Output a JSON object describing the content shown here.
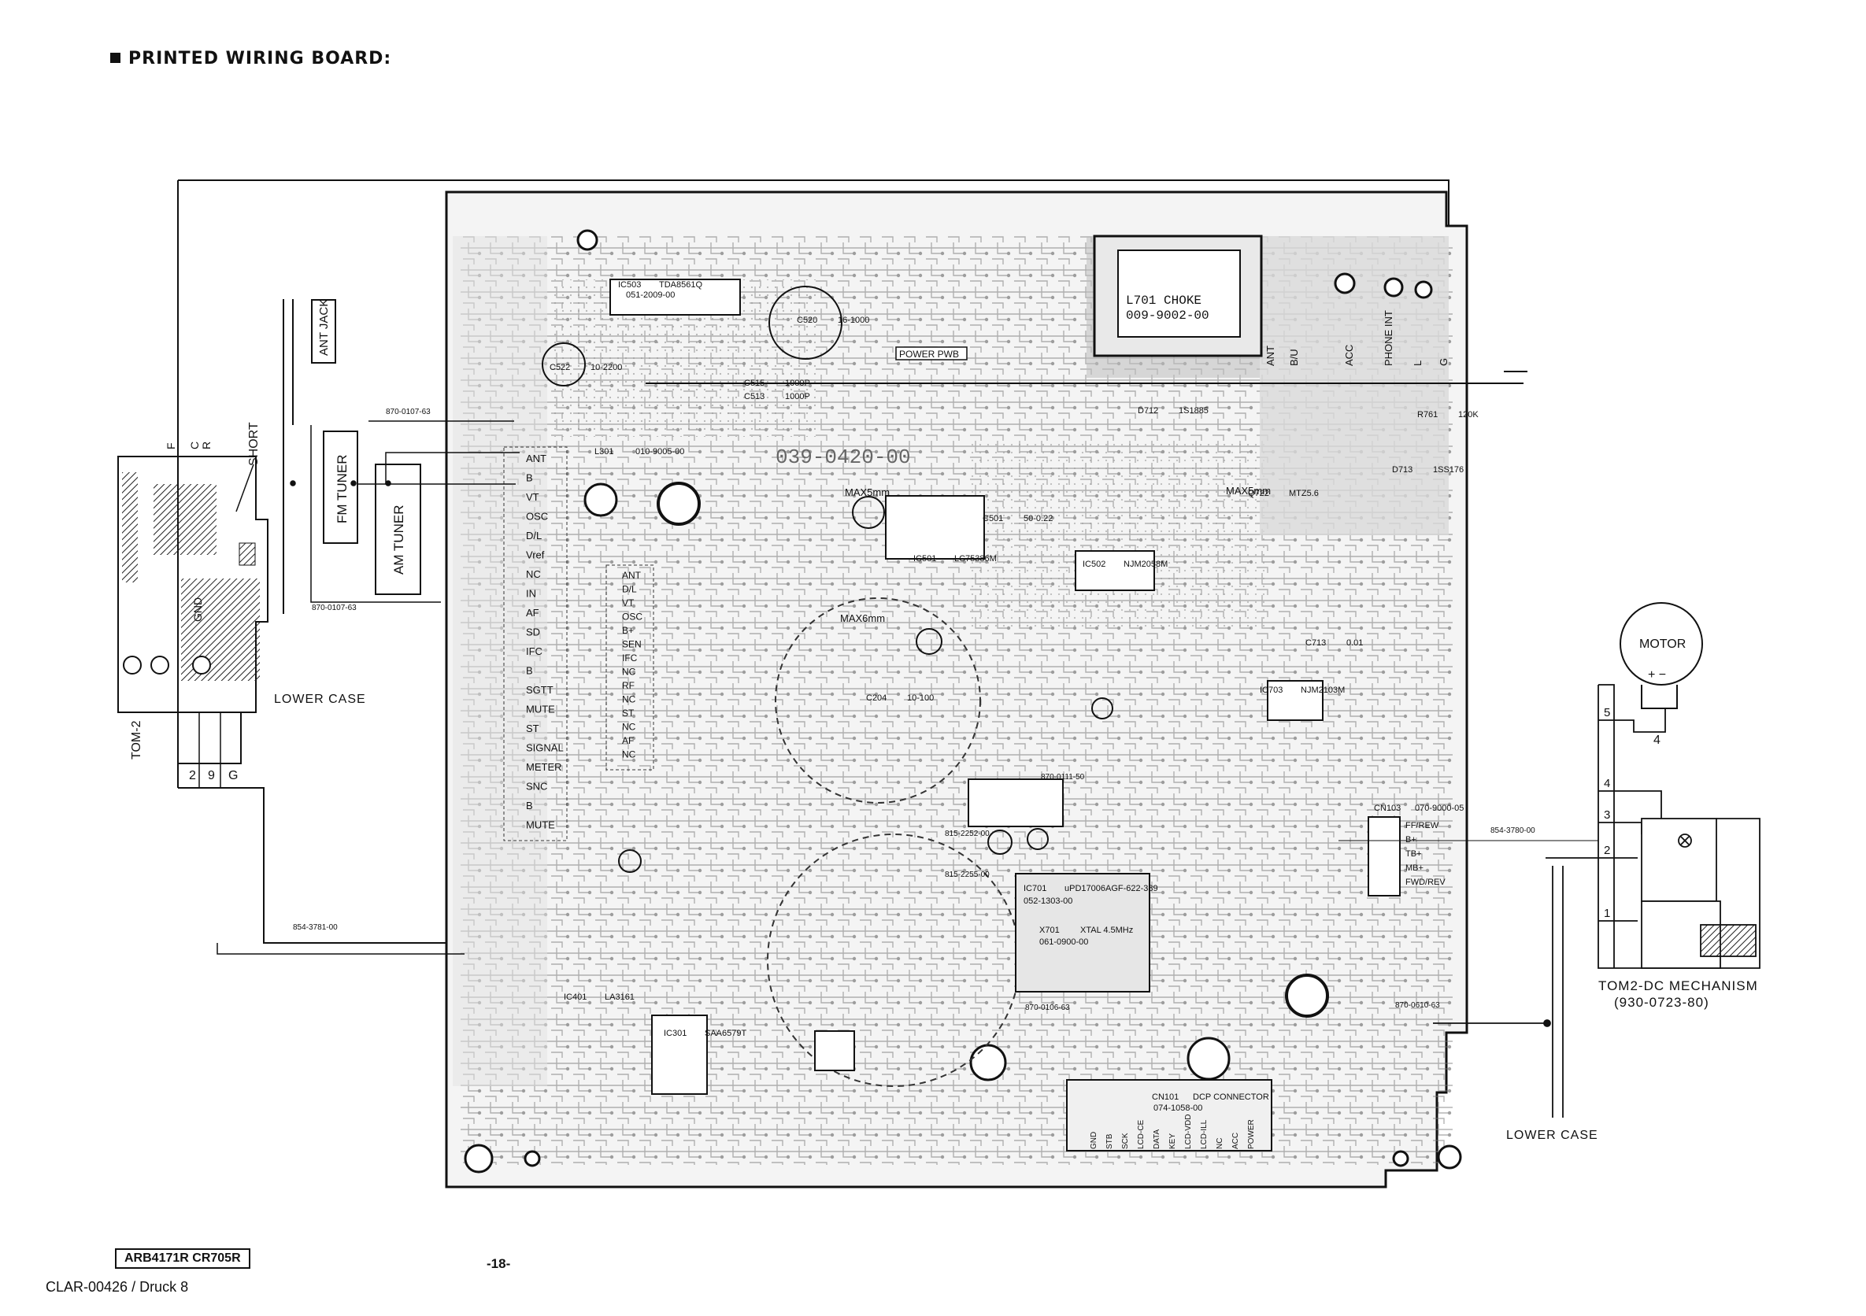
{
  "header": {
    "title": "PRINTED WIRING BOARD:"
  },
  "board": {
    "pcb_number": "039-0420-00",
    "choke": {
      "ref": "L701  CHOKE",
      "part": "009-9002-00"
    },
    "power_pwb": "POWER PWB",
    "max5": "MAX5mm",
    "max6": "MAX6mm",
    "output_labels": [
      "ANT",
      "B/U",
      "ACC",
      "PHONE INT",
      "L",
      "G"
    ],
    "tuner_pins": [
      "ANT",
      "B",
      "VT",
      "OSC",
      "D/L",
      "Vref",
      "NC",
      "IN",
      "AF",
      "SD",
      "IFC",
      "B",
      "SGTT",
      "MUTE",
      "ST",
      "SIGNAL",
      "METER",
      "SNC",
      "B",
      "MUTE"
    ],
    "am_pins": [
      "ANT",
      "D/L",
      "VT",
      "OSC",
      "B+",
      "SEN",
      "IFC",
      "NC",
      "RF",
      "NC",
      "ST",
      "NC",
      "AF",
      "NC"
    ],
    "components": [
      {
        "ref": "IC503",
        "part": "TDA8561Q"
      },
      {
        "ref": "",
        "part": "051-2009-00"
      },
      {
        "ref": "C520",
        "part": "16-1000"
      },
      {
        "ref": "C522",
        "part": "10-2200"
      },
      {
        "ref": "C515",
        "part": "1000P"
      },
      {
        "ref": "C513",
        "part": "1000P"
      },
      {
        "ref": "L301",
        "part": "010-9005-00"
      },
      {
        "ref": "IC501",
        "part": "LC75386M"
      },
      {
        "ref": "IC502",
        "part": "NJM2058M"
      },
      {
        "ref": "C501",
        "part": "50-0.22"
      },
      {
        "ref": "C204",
        "part": "10-100"
      },
      {
        "ref": "IC701",
        "part": "uPD17006AGF-622-389"
      },
      {
        "ref": "",
        "part": "052-1303-00"
      },
      {
        "ref": "X701",
        "part": "XTAL 4.5MHz"
      },
      {
        "ref": "",
        "part": "061-0900-00"
      },
      {
        "ref": "IC301",
        "part": "SAA6579T"
      },
      {
        "ref": "IC401",
        "part": "LA3161"
      },
      {
        "ref": "D712",
        "part": "1S1885"
      },
      {
        "ref": "D713",
        "part": "1SS176"
      },
      {
        "ref": "Q722",
        "part": "MTZ5.6"
      },
      {
        "ref": "R761",
        "part": "120K"
      },
      {
        "ref": "C713",
        "part": "0.01"
      },
      {
        "ref": "IC703",
        "part": "NJM2103M"
      },
      {
        "ref": "CN103",
        "part": "070-9000-05"
      },
      {
        "ref": "CN101",
        "part": "DCP CONNECTOR"
      },
      {
        "ref": "",
        "part": "074-1058-00"
      }
    ],
    "wire_labels": [
      "870-0107-63",
      "870-0107-63",
      "854-3781-00",
      "854-3780-00",
      "870-0111-50",
      "815-2252-00",
      "815-2255-00",
      "870-0106-63",
      "870-0610-63"
    ],
    "dcp_pins": [
      "GND",
      "STB",
      "SCK",
      "LCD-CE",
      "DATA",
      "KEY",
      "LCD-VDD",
      "LCD-ILL",
      "NC",
      "ACC",
      "POWER"
    ],
    "mech_pins": [
      "FF/REW",
      "B+",
      "TB+",
      "MB+",
      "FWD/REV"
    ]
  },
  "left": {
    "ant_jack": "ANT JACK",
    "fm_tuner": "FM TUNER",
    "am_tuner": "AM TUNER",
    "tom2": "TOM-2",
    "short": "SHORT",
    "lower_case": "LOWER CASE",
    "pins_fcr": [
      "F",
      "C",
      "R"
    ],
    "pin_gnd": "GND",
    "bottom_pins": [
      "2",
      "9",
      "G"
    ]
  },
  "right": {
    "motor": "MOTOR",
    "polarity": "+  −",
    "mech_title": "TOM2-DC MECHANISM",
    "mech_part": "(930-0723-80)",
    "lower_case": "LOWER CASE",
    "ladder": [
      "5",
      "4",
      "3",
      "2",
      "1"
    ],
    "motor_pin": "4"
  },
  "footer": {
    "ref": "ARB4171R CR705R",
    "page": "-18-",
    "doc": "CLAR-00426 / Druck 8"
  }
}
